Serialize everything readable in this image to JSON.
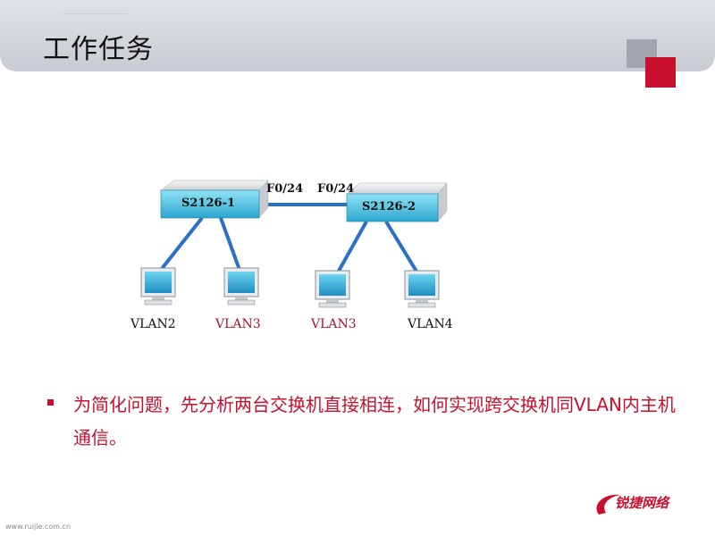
{
  "header": {
    "title": "工作任务",
    "tiny_text": "………………………………………………"
  },
  "diagram": {
    "switches": [
      {
        "name": "S2126-1"
      },
      {
        "name": "S2126-2"
      }
    ],
    "ports": [
      "F0/24",
      "F0/24"
    ],
    "vlans": [
      {
        "label": "VLAN2",
        "color": "#111111"
      },
      {
        "label": "VLAN3",
        "color": "#a3152d"
      },
      {
        "label": "VLAN3",
        "color": "#a3152d"
      },
      {
        "label": "VLAN4",
        "color": "#111111"
      }
    ]
  },
  "bullets": [
    "为简化问题，先分析两台交换机直接相连，如何实现跨交换机同VLAN内主机通信。"
  ],
  "footer": {
    "url": "www.ruijie.com.cn",
    "logo_text": "锐捷网络"
  },
  "colors": {
    "accent": "#c8102e",
    "link": "#2a6fc9"
  }
}
